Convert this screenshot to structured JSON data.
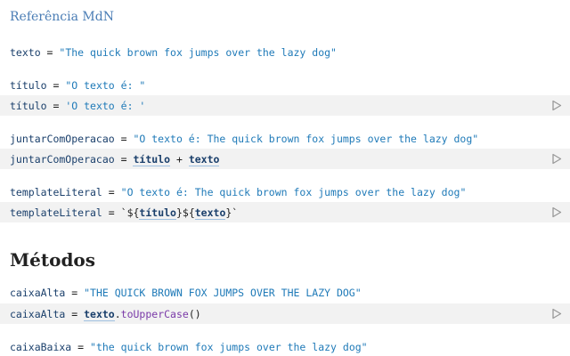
{
  "header": {
    "title": "Referência MdN"
  },
  "cells": {
    "texto": {
      "name": "texto",
      "eq": " = ",
      "value": "\"The quick brown fox jumps over the lazy dog\""
    },
    "titulo": {
      "name": "título",
      "eq": " = ",
      "value": "\"O texto é: \"",
      "code_name": "título",
      "code_eq": " = ",
      "code_value": "'O texto é: '"
    },
    "juntar": {
      "name": "juntarComOperacao",
      "eq": " = ",
      "value": "\"O texto é: The quick brown fox jumps over the lazy dog\"",
      "code_name": "juntarComOperacao",
      "code_eq": " = ",
      "ref1": "título",
      "plus": " + ",
      "ref2": "texto"
    },
    "template": {
      "name": "templateLiteral",
      "eq": " = ",
      "value": "\"O texto é: The quick brown fox jumps over the lazy dog\"",
      "code_name": "templateLiteral",
      "code_eq": " = ",
      "open": "`${",
      "ref1": "título",
      "mid": "}${",
      "ref2": "texto",
      "close": "}`"
    },
    "caixaAlta": {
      "name": "caixaAlta",
      "eq": " = ",
      "value": "\"THE QUICK BROWN FOX JUMPS OVER THE LAZY DOG\"",
      "code_name": "caixaAlta",
      "code_eq": " = ",
      "ref1": "texto",
      "dot": ".",
      "method": "toUpperCase",
      "parens": "()"
    },
    "caixaBaixa": {
      "name": "caixaBaixa",
      "eq": " = ",
      "value": "\"the quick brown fox jumps over the lazy dog\""
    }
  },
  "sections": {
    "metodos": "Métodos"
  },
  "icons": {
    "run": "play-triangle-icon"
  },
  "colors": {
    "string": "#1f7ab8",
    "variable": "#1a3f6b",
    "method": "#7a3aa8",
    "cell_bg": "#f2f2f2",
    "link": "#4a7db5"
  }
}
